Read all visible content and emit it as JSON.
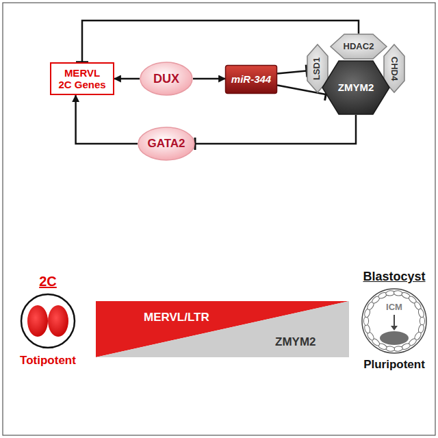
{
  "diagram": {
    "nodes": [
      {
        "text": [
          "MERVL 2C Genes"
        ]
      },
      {
        "text": [
          "DUX"
        ]
      },
      {
        "text": [
          "miR-344"
        ]
      },
      {
        "text": [
          "HDAC2"
        ]
      },
      {
        "text": [
          "LSD1"
        ]
      },
      {
        "text": [
          "ZMYM2"
        ]
      },
      {
        "text": [
          "CHD4"
        ]
      },
      {
        "text": [
          "GATA2"
        ]
      },
      {
        "text": [
          "2C",
          "Totipotent"
        ]
      },
      {
        "text": [
          "MERVL/LTR"
        ]
      },
      {
        "text": [
          "ZMYM2"
        ]
      },
      {
        "text": [
          "Blastocyst",
          "Pluripotent"
        ]
      }
    ],
    "edges": [
      {
        "from": 1,
        "to": 0,
        "arrow": "to"
      },
      {
        "from": 1,
        "to": 2,
        "arrow": "to"
      },
      {
        "from": 2,
        "to": 4,
        "arrow": "to"
      },
      {
        "from": 2,
        "to": 5,
        "arrow": "to"
      },
      {
        "from": 3,
        "to": 0,
        "arrow": "to"
      },
      {
        "from": 7,
        "to": 0,
        "arrow": "to"
      },
      {
        "from": 5,
        "to": 7,
        "arrow": "to"
      }
    ],
    "labels": [
      "ICM"
    ]
  }
}
